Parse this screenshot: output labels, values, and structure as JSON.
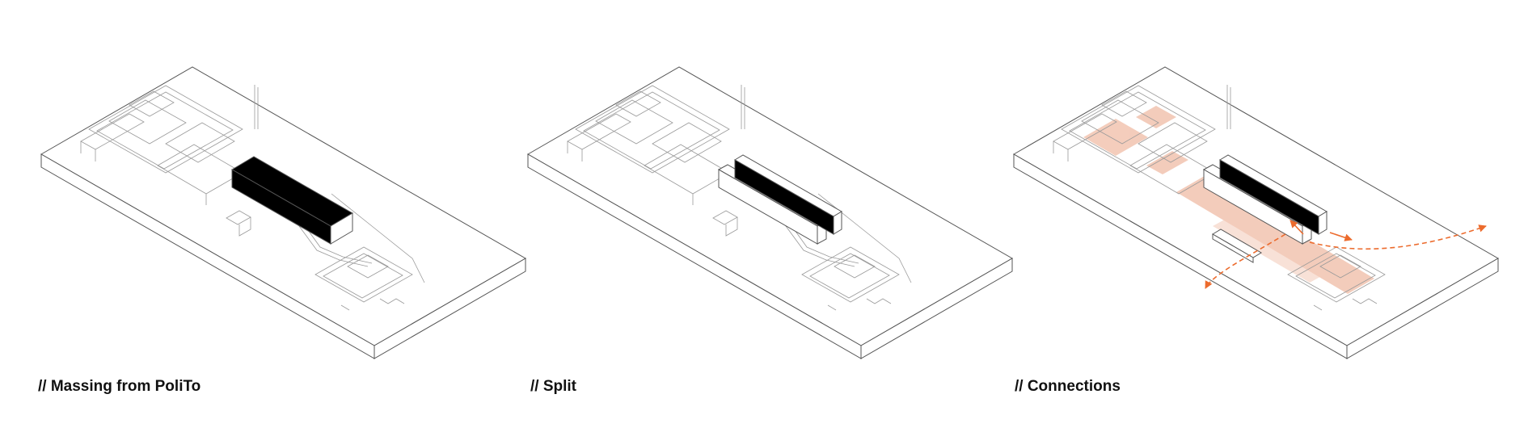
{
  "panels": [
    {
      "caption": "// Massing from PoliTo"
    },
    {
      "caption": "// Split"
    },
    {
      "caption": "// Connections"
    }
  ],
  "colors": {
    "line": "#555555",
    "mass_fill": "#000000",
    "highlight": "#f2c4b0",
    "arrow": "#ec6b2d"
  }
}
